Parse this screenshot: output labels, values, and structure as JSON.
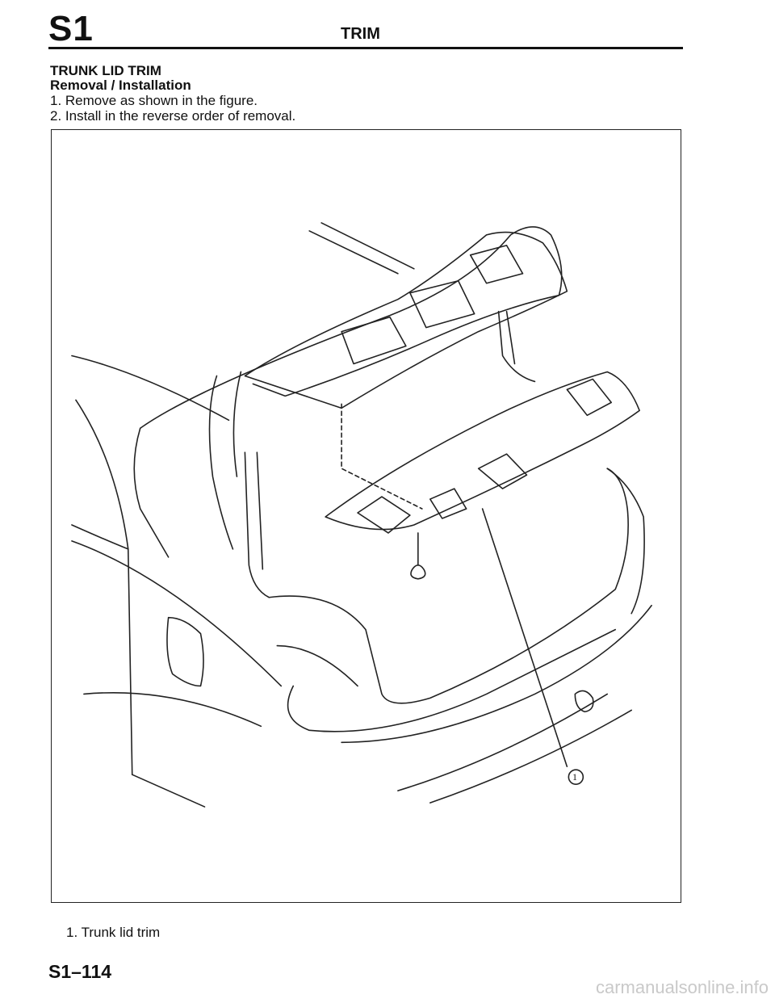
{
  "header": {
    "section_code": "S1",
    "title": "TRIM"
  },
  "content": {
    "heading": "TRUNK LID TRIM",
    "subheading": "Removal / Installation",
    "steps": [
      "1. Remove as shown in the figure.",
      "2. Install in the reverse order of removal."
    ]
  },
  "figure": {
    "callout": "1"
  },
  "legend": [
    "1. Trunk lid trim"
  ],
  "footer": {
    "page_number": "S1–114",
    "watermark": "carmanualsonline.info"
  }
}
